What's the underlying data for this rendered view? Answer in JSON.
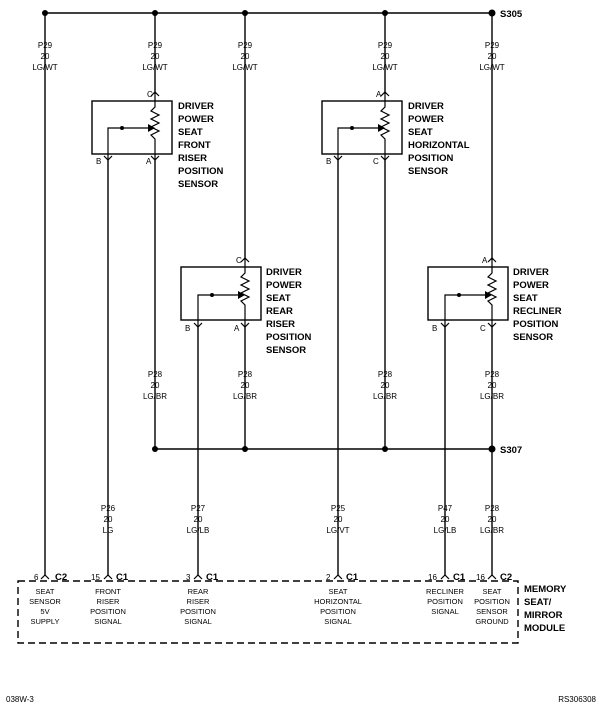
{
  "splices": {
    "top": "S305",
    "mid": "S307"
  },
  "wires": {
    "top": [
      {
        "circuit": "P29",
        "gauge": "20",
        "color": "LG/WT"
      },
      {
        "circuit": "P29",
        "gauge": "20",
        "color": "LG/WT"
      },
      {
        "circuit": "P29",
        "gauge": "20",
        "color": "LG/WT"
      },
      {
        "circuit": "P29",
        "gauge": "20",
        "color": "LG/WT"
      },
      {
        "circuit": "P29",
        "gauge": "20",
        "color": "LG/WT"
      }
    ],
    "mid": [
      {
        "circuit": "P28",
        "gauge": "20",
        "color": "LG/BR"
      },
      {
        "circuit": "P28",
        "gauge": "20",
        "color": "LG/BR"
      },
      {
        "circuit": "P28",
        "gauge": "20",
        "color": "LG/BR"
      },
      {
        "circuit": "P28",
        "gauge": "20",
        "color": "LG/BR"
      }
    ],
    "bottom": [
      {
        "circuit": "P26",
        "gauge": "20",
        "color": "LG"
      },
      {
        "circuit": "P27",
        "gauge": "20",
        "color": "LG/LB"
      },
      {
        "circuit": "P25",
        "gauge": "20",
        "color": "LG/VT"
      },
      {
        "circuit": "P47",
        "gauge": "20",
        "color": "LG/LB"
      },
      {
        "circuit": "P28",
        "gauge": "20",
        "color": "LG/BR"
      }
    ]
  },
  "sensors": [
    {
      "lines": [
        "DRIVER",
        "POWER",
        "SEAT",
        "FRONT",
        "RISER",
        "POSITION",
        "SENSOR"
      ],
      "top_pin": "C",
      "left_pin": "B",
      "right_pin": "A"
    },
    {
      "lines": [
        "DRIVER",
        "POWER",
        "SEAT",
        "HORIZONTAL",
        "POSITION",
        "SENSOR"
      ],
      "top_pin": "A",
      "left_pin": "B",
      "right_pin": "C"
    },
    {
      "lines": [
        "DRIVER",
        "POWER",
        "SEAT",
        "REAR",
        "RISER",
        "POSITION",
        "SENSOR"
      ],
      "top_pin": "C",
      "left_pin": "B",
      "right_pin": "A"
    },
    {
      "lines": [
        "DRIVER",
        "POWER",
        "SEAT",
        "RECLINER",
        "POSITION",
        "SENSOR"
      ],
      "top_pin": "A",
      "left_pin": "B",
      "right_pin": "C"
    }
  ],
  "connectors": [
    {
      "pin": "6",
      "conn": "C2",
      "desc": [
        "SEAT",
        "SENSOR",
        "5V",
        "SUPPLY"
      ]
    },
    {
      "pin": "15",
      "conn": "C1",
      "desc": [
        "FRONT",
        "RISER",
        "POSITION",
        "SIGNAL"
      ]
    },
    {
      "pin": "3",
      "conn": "C1",
      "desc": [
        "REAR",
        "RISER",
        "POSITION",
        "SIGNAL"
      ]
    },
    {
      "pin": "2",
      "conn": "C1",
      "desc": [
        "SEAT",
        "HORIZONTAL",
        "POSITION",
        "SIGNAL"
      ]
    },
    {
      "pin": "16",
      "conn": "C1",
      "desc": [
        "RECLINER",
        "POSITION",
        "SIGNAL"
      ]
    },
    {
      "pin": "16",
      "conn": "C2",
      "desc": [
        "SEAT",
        "POSITION",
        "SENSOR",
        "GROUND"
      ]
    }
  ],
  "module": {
    "lines": [
      "MEMORY",
      "SEAT/",
      "MIRROR",
      "MODULE"
    ]
  },
  "footer": {
    "left": "038W-3",
    "right": "RS306308"
  }
}
